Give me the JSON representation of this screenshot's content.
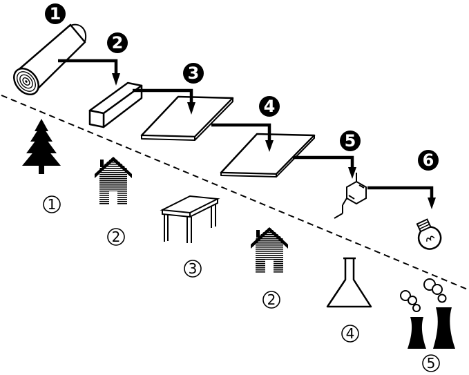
{
  "steps": [
    {
      "label": "1"
    },
    {
      "label": "2"
    },
    {
      "label": "3"
    },
    {
      "label": "4"
    },
    {
      "label": "5"
    },
    {
      "label": "6"
    }
  ],
  "uses": [
    {
      "label": "1",
      "icon": "tree-icon"
    },
    {
      "label": "2",
      "icon": "house-icon"
    },
    {
      "label": "3",
      "icon": "table-icon"
    },
    {
      "label": "2",
      "icon": "house-icon"
    },
    {
      "label": "4",
      "icon": "flask-icon"
    },
    {
      "label": "5",
      "icon": "power-plant-icon"
    }
  ],
  "colors": {
    "ink": "#000000",
    "paper": "#ffffff"
  }
}
